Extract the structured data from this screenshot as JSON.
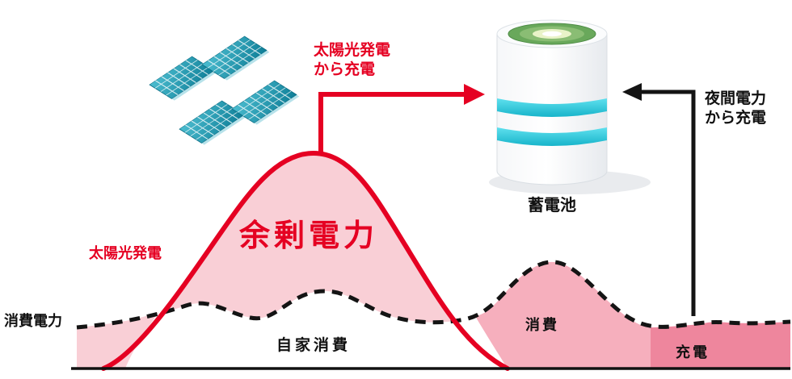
{
  "annotations": {
    "charge_from_solar": "太陽光発電\nから充電",
    "charge_from_night": "夜間電力\nから充電",
    "battery": "蓄電池"
  },
  "chart": {
    "solar_curve": "太陽光発電",
    "surplus": "余剰電力",
    "consumption_power": "消費電力",
    "self_consumption": "自家消費",
    "consumption": "消費",
    "charging": "充電"
  },
  "colors": {
    "accent_red": "#e50022",
    "surplus_pink": "#f9cfd6",
    "consumption_pink": "#f6afbd",
    "charging_rose": "#ee869d",
    "line_black": "#141414",
    "panel_teal": "#1d93a8",
    "battery_band_cyan": "#2ecfe0",
    "battery_top_green": "#69a85b"
  }
}
